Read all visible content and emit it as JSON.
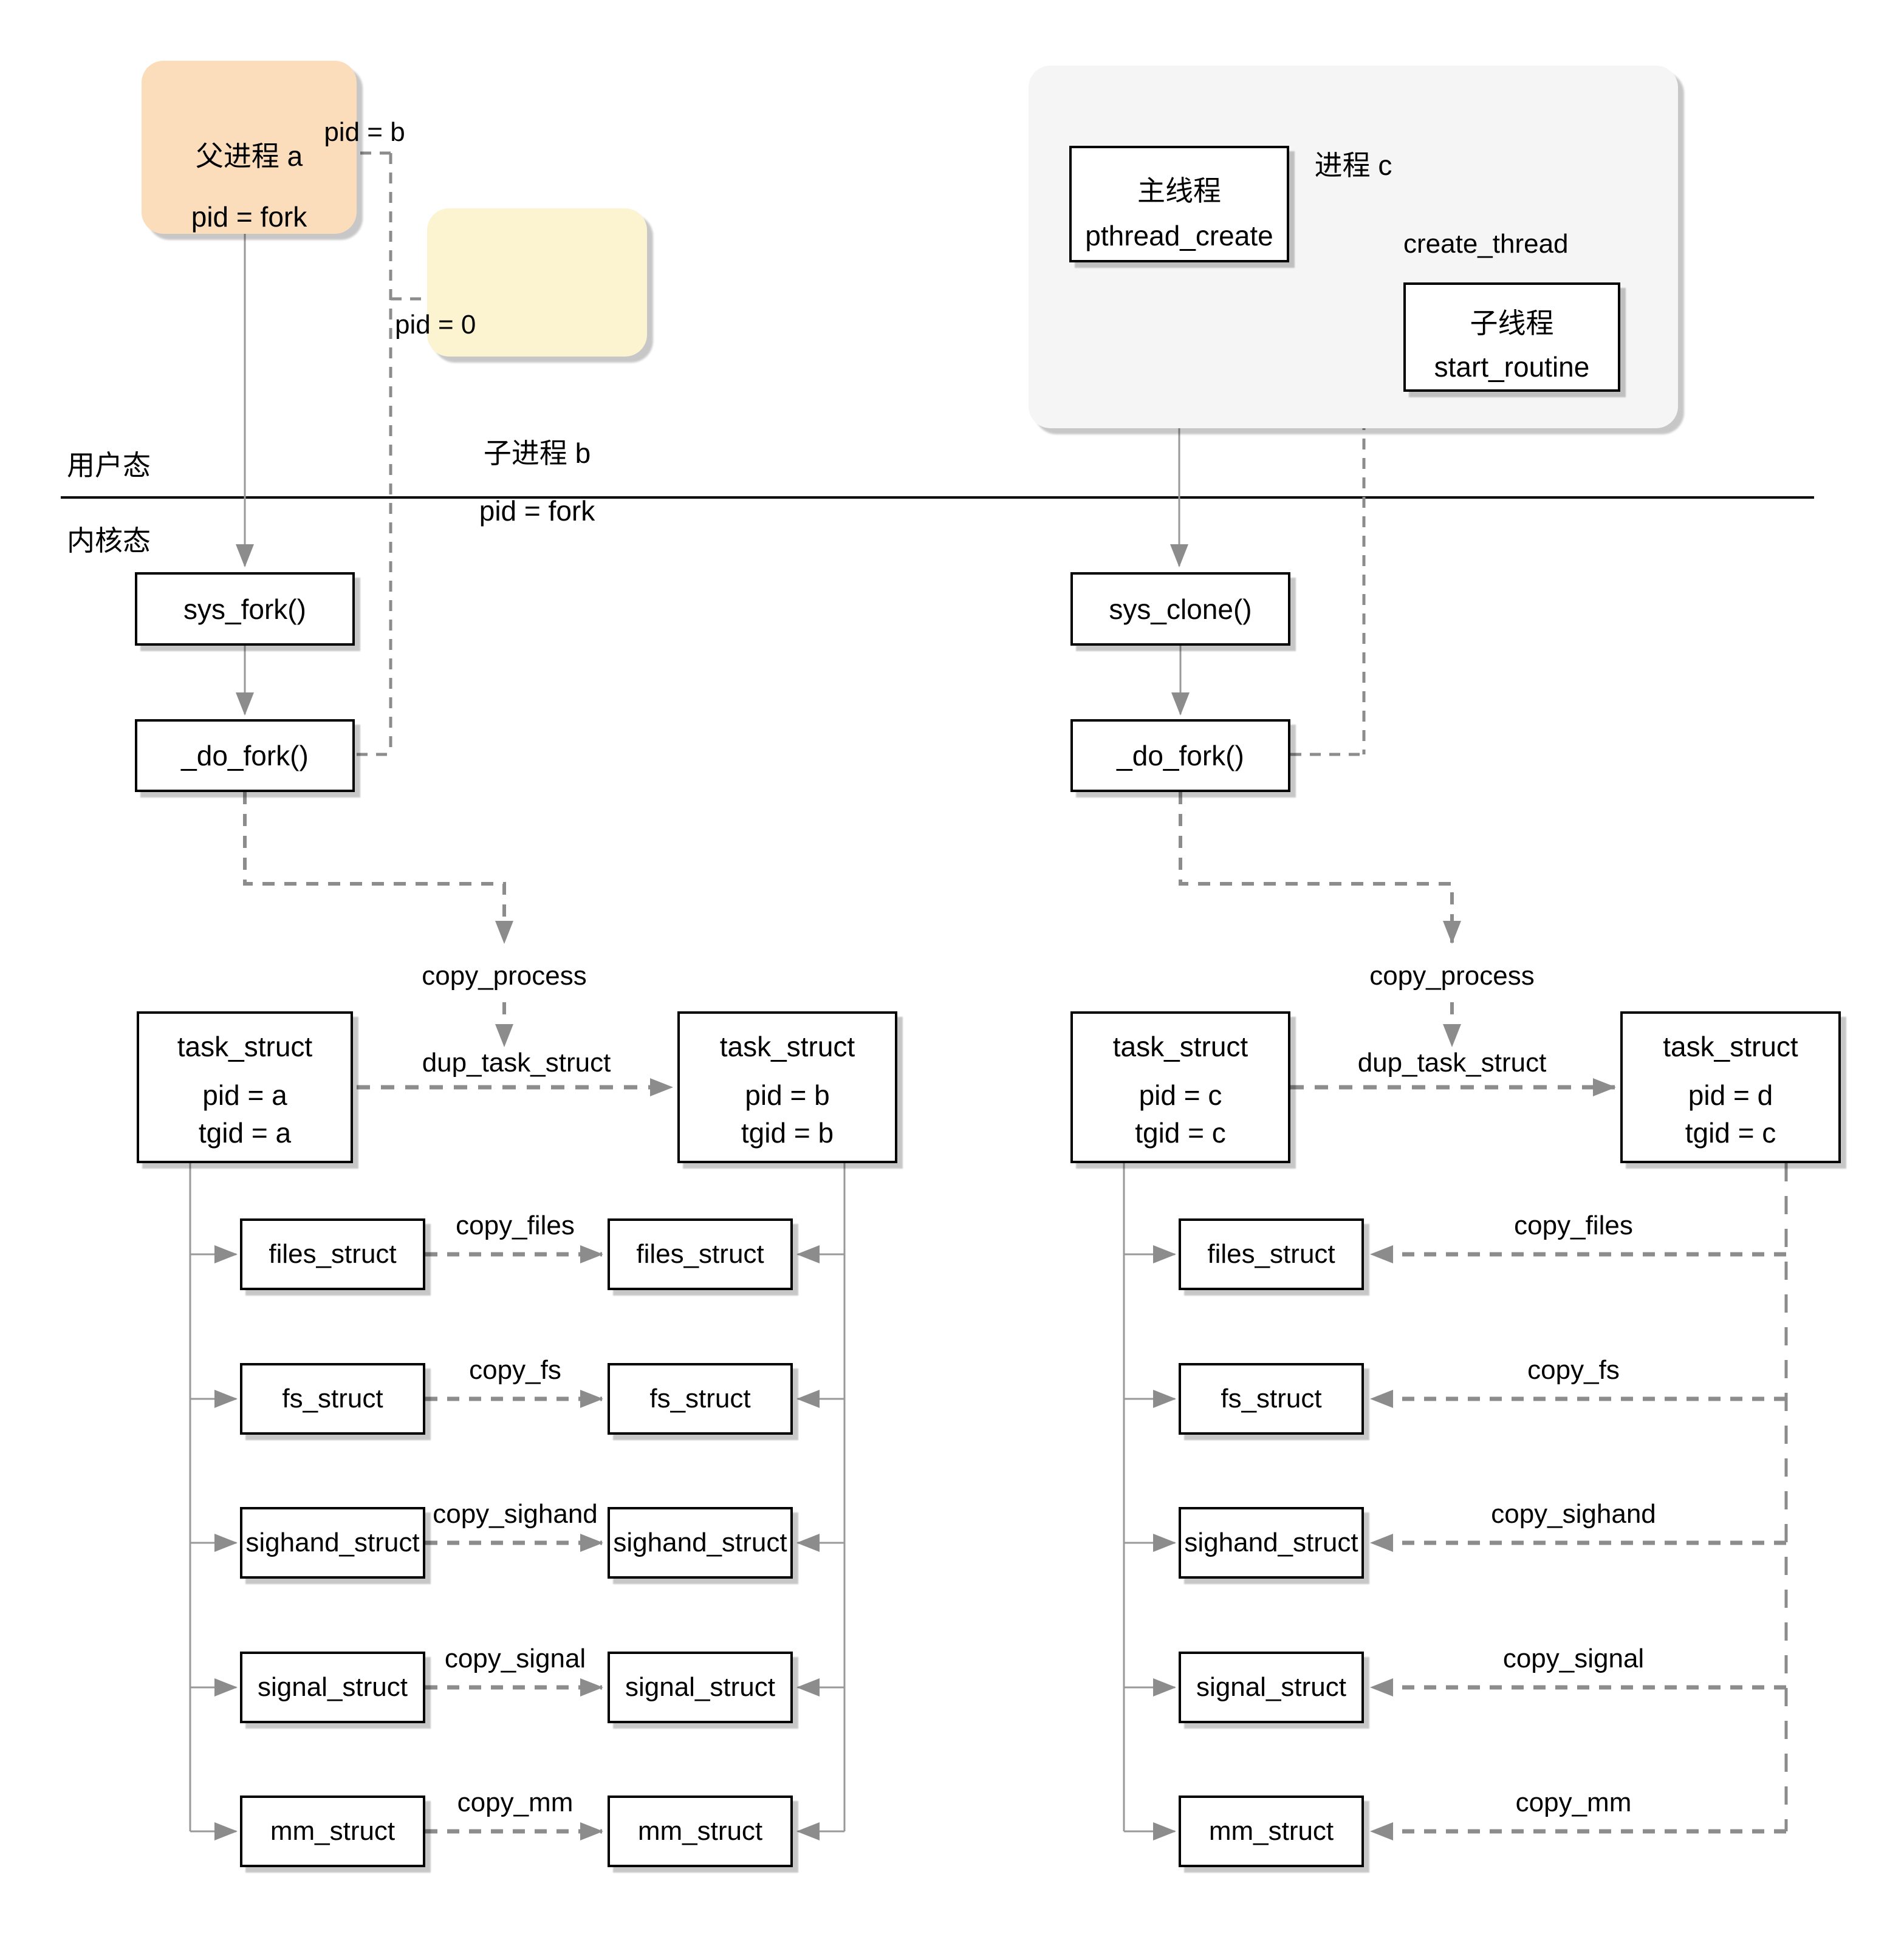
{
  "colors": {
    "parent_fill": "#FBDCBB",
    "child_fill": "#FCF3D1",
    "container_fill": "#F5F5F5",
    "line_gray": "#8C8C8C",
    "solid_gray": "#999999",
    "divider_black": "#000000"
  },
  "regions": {
    "user": "用户态",
    "kernel": "内核态"
  },
  "fork_flow": {
    "parent": {
      "title": "父进程 a",
      "body": "pid = fork"
    },
    "child": {
      "title": "子进程 b",
      "body": "pid = fork"
    },
    "pid_b_label": "pid = b",
    "pid_0_label": "pid = 0",
    "sys_call": "sys_fork()",
    "do_fork": "_do_fork()"
  },
  "clone_flow": {
    "container_title": "进程 c",
    "main_thread": {
      "title": "主线程",
      "body": "pthread_create"
    },
    "child_thread": {
      "title": "子线程",
      "body": "start_routine"
    },
    "create_thread_label": "create_thread",
    "sys_call": "sys_clone()",
    "do_fork": "_do_fork()"
  },
  "shared_labels": {
    "copy_process": "copy_process",
    "dup_task_struct": "dup_task_struct"
  },
  "tasks": {
    "a": {
      "title": "task_struct",
      "pid": "pid = a",
      "tgid": "tgid = a"
    },
    "b": {
      "title": "task_struct",
      "pid": "pid = b",
      "tgid": "tgid = b"
    },
    "c": {
      "title": "task_struct",
      "pid": "pid = c",
      "tgid": "tgid = c"
    },
    "d": {
      "title": "task_struct",
      "pid": "pid = d",
      "tgid": "tgid = c"
    }
  },
  "structs": {
    "rows": [
      {
        "label": "files_struct",
        "copy": "copy_files"
      },
      {
        "label": "fs_struct",
        "copy": "copy_fs"
      },
      {
        "label": "sighand_struct",
        "copy": "copy_sighand"
      },
      {
        "label": "signal_struct",
        "copy": "copy_signal"
      },
      {
        "label": "mm_struct",
        "copy": "copy_mm"
      }
    ]
  }
}
